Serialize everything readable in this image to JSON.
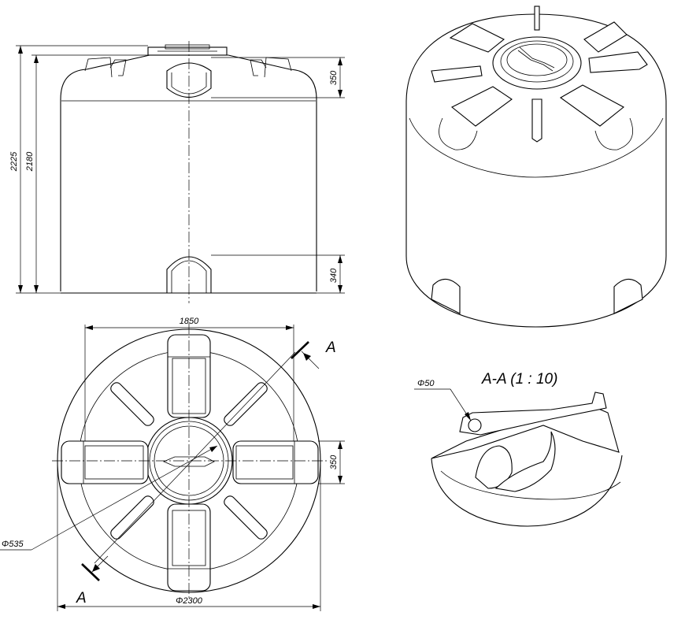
{
  "dimensions": {
    "height_total": "2225",
    "height_body": "2180",
    "top_slot": "350",
    "bottom_slot": "340",
    "width": "1850",
    "side_slot": "350",
    "neck_diameter": "Φ535",
    "diameter": "Φ2300",
    "hole_diameter": "Φ50"
  },
  "section": {
    "mark_top": "A",
    "mark_bottom": "A",
    "title": "A-A (1 : 10)"
  }
}
